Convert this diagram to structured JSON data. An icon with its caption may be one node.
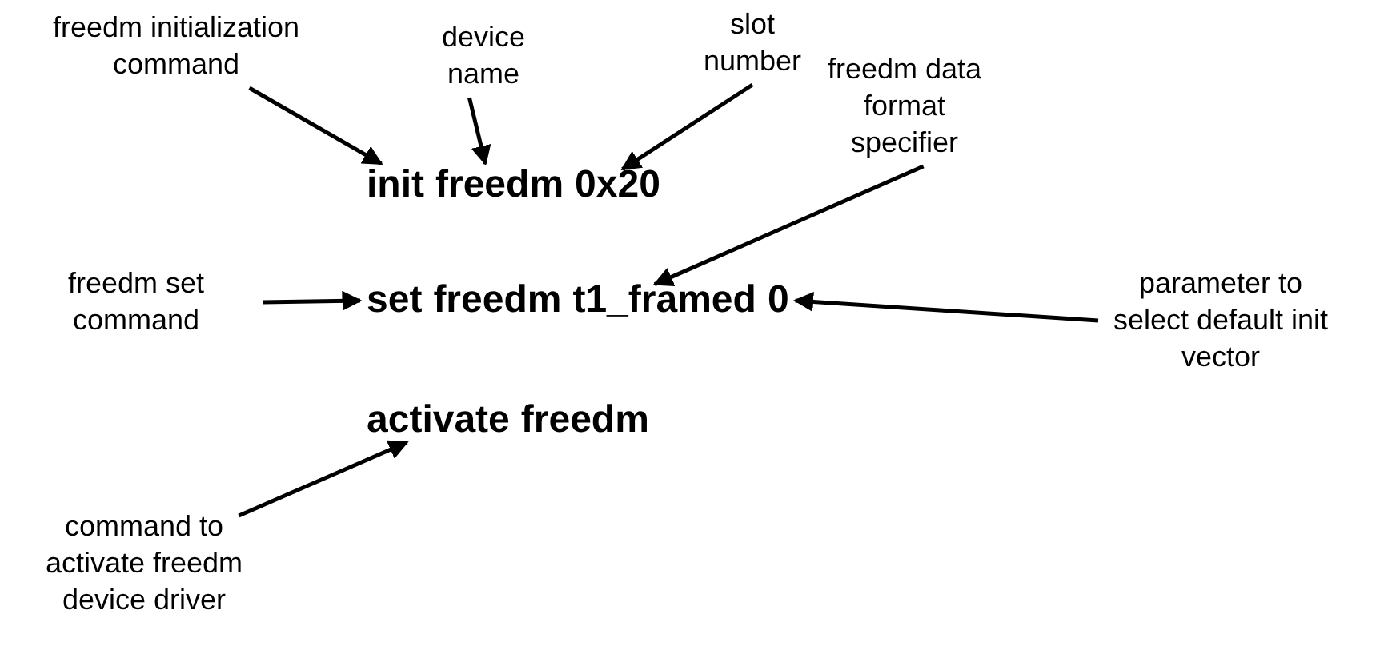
{
  "diagram": {
    "nodes": [
      {
        "text": [
          "freedm initialization command"
        ]
      },
      {
        "text": [
          "device name"
        ]
      },
      {
        "text": [
          "slot number"
        ]
      },
      {
        "text": [
          "freedm data format specifier"
        ]
      },
      {
        "text": [
          "init"
        ]
      },
      {
        "text": [
          "freedm"
        ]
      },
      {
        "text": [
          "0x20"
        ]
      },
      {
        "text": [
          "freedm set command"
        ]
      },
      {
        "text": [
          "set"
        ]
      },
      {
        "text": [
          "freedm"
        ]
      },
      {
        "text": [
          "t1_framed"
        ]
      },
      {
        "text": [
          "0"
        ]
      },
      {
        "text": [
          "parameter to select default init vector"
        ]
      },
      {
        "text": [
          "activate"
        ]
      },
      {
        "text": [
          "freedm"
        ]
      },
      {
        "text": [
          "command to activate freedm device driver"
        ]
      }
    ],
    "edges": [
      {
        "from": 0,
        "to": 4,
        "arrow": "to"
      },
      {
        "from": 1,
        "to": 5,
        "arrow": "to"
      },
      {
        "from": 2,
        "to": 6,
        "arrow": "to"
      },
      {
        "from": 3,
        "to": 10,
        "arrow": "to"
      },
      {
        "from": 7,
        "to": 8,
        "arrow": "to"
      },
      {
        "from": 12,
        "to": 11,
        "arrow": "to"
      },
      {
        "from": 15,
        "to": 13,
        "arrow": "to"
      }
    ]
  }
}
